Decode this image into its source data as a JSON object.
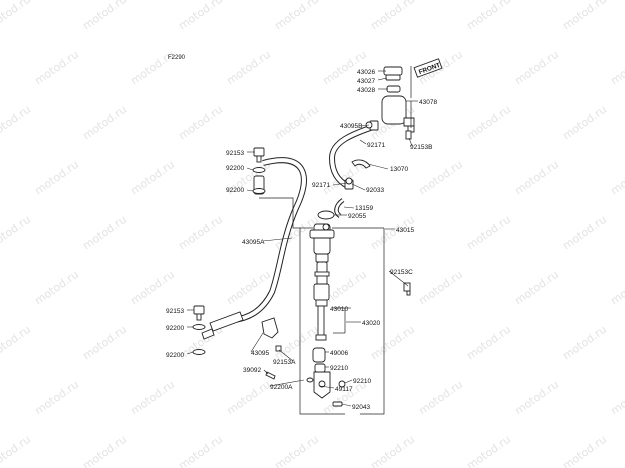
{
  "figure_code": "F2290",
  "watermark": "motod.ru",
  "front_badge": "FRONT",
  "parts": [
    {
      "id": "43026"
    },
    {
      "id": "43027"
    },
    {
      "id": "43028"
    },
    {
      "id": "43078"
    },
    {
      "id": "43095B"
    },
    {
      "id": "92171"
    },
    {
      "id": "92153B"
    },
    {
      "id": "92153"
    },
    {
      "id": "92200"
    },
    {
      "id": "13070"
    },
    {
      "id": "92171"
    },
    {
      "id": "92033"
    },
    {
      "id": "92200"
    },
    {
      "id": "13159"
    },
    {
      "id": "92055"
    },
    {
      "id": "43015"
    },
    {
      "id": "43095A"
    },
    {
      "id": "92153C"
    },
    {
      "id": "43010"
    },
    {
      "id": "43020"
    },
    {
      "id": "92153"
    },
    {
      "id": "92200"
    },
    {
      "id": "49006"
    },
    {
      "id": "43095"
    },
    {
      "id": "92200"
    },
    {
      "id": "92153A"
    },
    {
      "id": "92210"
    },
    {
      "id": "39092"
    },
    {
      "id": "92210"
    },
    {
      "id": "49117"
    },
    {
      "id": "92200A"
    },
    {
      "id": "92043"
    }
  ]
}
